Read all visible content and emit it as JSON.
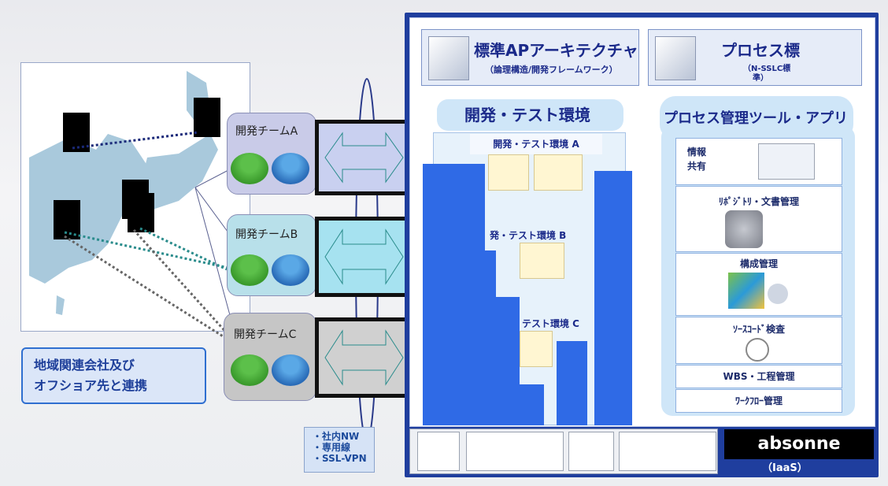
{
  "teams": [
    {
      "label": "開発チームA",
      "color": "#c9cbe8"
    },
    {
      "label": "開発チームB",
      "color": "#b8e0ea"
    },
    {
      "label": "開発チームC",
      "color": "#c6c6c6"
    }
  ],
  "region_label": [
    "地域関連会社及び",
    "オフショア先と連携"
  ],
  "network_label": [
    "・社内NW",
    "・専用線",
    "・SSL-VPN"
  ],
  "arch": {
    "title": "標準APアーキテクチャ",
    "subtitle": "（論理構造/開発フレームワーク）"
  },
  "process": {
    "title": "プロセス標",
    "subtitle": "（N-SSLC標",
    "subtitle2": "準）"
  },
  "dev_env": {
    "title": "開発・テスト環境",
    "env_a": "開発・テスト環境 A",
    "env_b": "開発・テスト環境 B",
    "env_c": "テスト環境 C",
    "env_b_prefix": "発・テスト環境 B"
  },
  "tools": {
    "title": "プロセス管理ツール・アプリ",
    "items": [
      "情報\n共有",
      "ﾘﾎﾟｼﾞﾄﾘ・文書管理",
      "構成管理",
      "ｿｰｽｺｰﾄﾞ検査",
      "WBS・工程管理",
      "ﾜｰｸﾌﾛｰ管理"
    ]
  },
  "iaas": {
    "name": "absonne",
    "sub": "（IaaS）"
  },
  "colors": {
    "panel": "#1f3e9e",
    "accent": "#2f6ae6",
    "text": "#1b2a6a"
  }
}
